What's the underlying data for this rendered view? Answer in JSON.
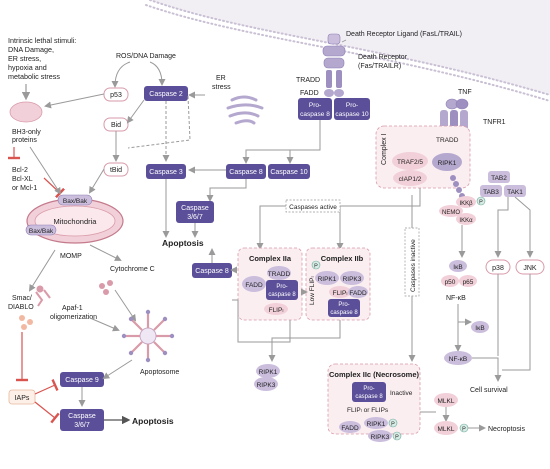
{
  "colors": {
    "purple": "#5b4f99",
    "purple_light": "#efe8f4",
    "purple_mid": "#cbbedd",
    "pink": "#f2d0d9",
    "pink_border": "#d99aa9",
    "red": "#d9534f",
    "orange_bg": "#fdf0e8",
    "grey_arrow": "#a8a8a8",
    "text": "#222222",
    "white": "#ffffff"
  },
  "labels": {
    "intrinsic": "Intrinsic lethal stimuli:",
    "intrinsic_2": "DNA Damage,",
    "intrinsic_3": "ER stress,",
    "intrinsic_4": "hypoxia and",
    "intrinsic_5": "metabolic stress",
    "ros": "ROS/DNA Damage",
    "er_stress": "ER",
    "er_stress_2": "stress",
    "bh3": "BH3-only",
    "bh3_2": "proteins",
    "bcl": "Bcl-2",
    "bcl_2": "Bcl-XL",
    "bcl_3": "or Mcl-1",
    "baxbak_top": "Bax/Bak",
    "baxbak_left": "Bax/Bak",
    "mito": "Mitochondria",
    "momp": "MOMP",
    "cytc": "Cytochrome C",
    "apaf": "Apaf-1",
    "apaf_2": "oligomerization",
    "smac": "Smac/",
    "smac_2": "DIABLO",
    "apoptosome": "Apoptosome",
    "iaps": "IAPs",
    "apoptosis_mid": "Apoptosis",
    "apoptosis_bottom": "Apoptosis",
    "death_ligand": "Death Receptor Ligand (FasL/TRAIL)",
    "death_receptor": "Death Receptor",
    "death_receptor_2": "(Fas/TRAILR)",
    "tradd_top": "TRADD",
    "fadd_top": "FADD",
    "tnf": "TNF",
    "tnfr1": "TNFR1",
    "complex1": "Complex I",
    "tradd_c1": "TRADD",
    "traf": "TRAF2/5",
    "ciap": "cIAP1/2",
    "ripk1_c1": "RIPK1",
    "ikkb": "IKKβ",
    "nemo": "NEMO",
    "ikka": "IKKα",
    "tab2": "TAB2",
    "tab3": "TAB3",
    "tak1": "TAK1",
    "p": "P",
    "caspases_active": "Caspases active",
    "caspases_inactive": "Caspases inactive",
    "complex2a": "Complex IIa",
    "complex2b": "Complex IIb",
    "tradd_2a": "TRADD",
    "fadd_2a": "FADD",
    "flip_2a": "FLIPₗ",
    "ripk1_2b": "RIPK1",
    "ripk3_2b": "RIPK3",
    "flip_2b": "FLIPₗ",
    "fadd_2b": "FADD",
    "low_flip": "Low FLIPₗ",
    "ripk1_free": "RIPK1",
    "ripk3_free": "RIPK3",
    "ikb": "IκB",
    "p50": "p50",
    "p65": "p65",
    "nfkb": "NF-κB",
    "ikb2": "IκB",
    "nfkb2": "NF-κB",
    "p38": "p38",
    "jnk": "JNK",
    "cell_survival": "Cell survival",
    "complex2c": "Complex IIc (Necrosome)",
    "inactive": "Inactive",
    "flip_2c": "FLIPₗ or FLIPs",
    "fadd_2c": "FADD",
    "ripk1_2c": "RIPK1",
    "ripk3_2c": "RIPK3",
    "mlkl": "MLKL",
    "mlkl2": "MLKL",
    "necroptosis": "Necroptosis",
    "p53": "p53",
    "bid": "Bid",
    "tbid": "tBid"
  },
  "boxes": {
    "caspase2": "Caspase 2",
    "caspase3": "Caspase 3",
    "caspase367_mid": "Caspase",
    "caspase367_mid_2": "3/6/7",
    "caspase8_mid": "Caspase 8",
    "caspase10_mid": "Caspase 10",
    "procasp8_top": "Pro-",
    "procasp8_top_2": "caspase 8",
    "procasp10_top": "Pro-",
    "procasp10_top_2": "caspase 10",
    "caspase8_left": "Caspase 8",
    "procasp8_2a": "Pro-",
    "procasp8_2a_2": "caspase 8",
    "procasp8_2b": "Pro-",
    "procasp8_2b_2": "caspase 8",
    "caspase9": "Caspase 9",
    "caspase367_bot": "Caspase",
    "caspase367_bot_2": "3/6/7",
    "procasp8_2c": "Pro-",
    "procasp8_2c_2": "caspase 8"
  }
}
